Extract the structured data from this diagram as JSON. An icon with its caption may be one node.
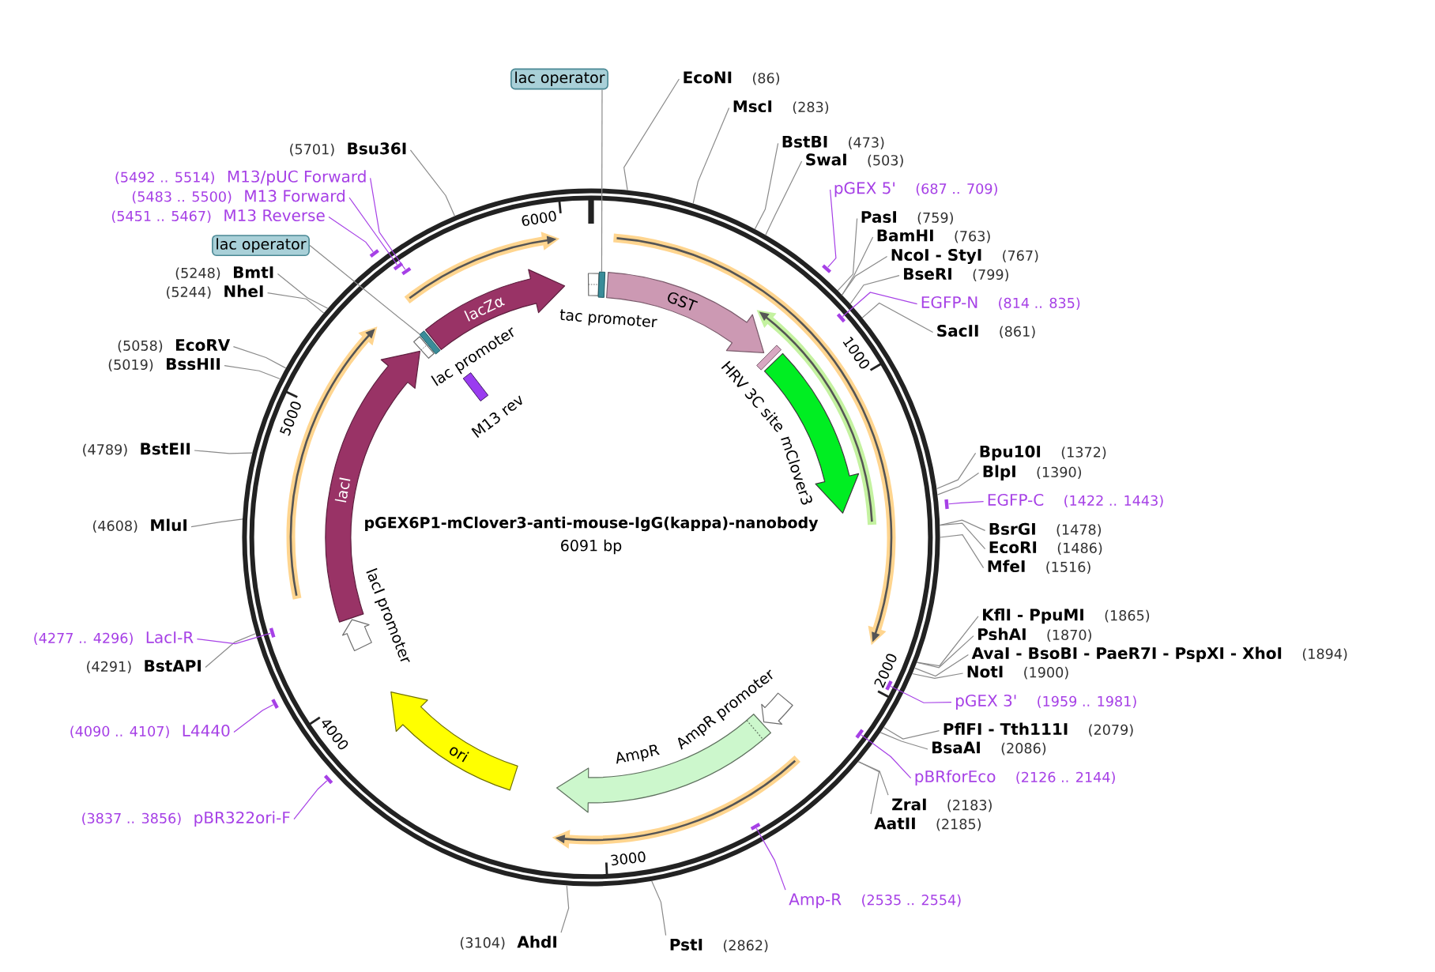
{
  "diagram": {
    "title": "pGEX6P1-mClover3-anti-mouse-IgG(kappa)-nanobody",
    "nodes": [
      {
        "text": [],
        "shape": "circle"
      },
      {
        "text": [
          "tac promoter"
        ],
        "in": 0
      },
      {
        "text": [],
        "shape": "bar",
        "in": 0
      },
      {
        "text": [
          "GST"
        ],
        "in": 0
      },
      {
        "text": [
          "HRV 3C site"
        ],
        "in": 0
      },
      {
        "text": [
          "mClover3"
        ],
        "in": 0
      },
      {
        "text": [
          "AmpR promoter"
        ],
        "in": 0
      },
      {
        "text": [
          "AmpR"
        ],
        "in": 0
      },
      {
        "text": [
          "ori"
        ],
        "in": 0
      },
      {
        "text": [
          "lacI promoter"
        ],
        "in": 0
      },
      {
        "text": [
          "lacI"
        ],
        "in": 0
      },
      {
        "text": [
          "lac promoter"
        ],
        "in": 0
      },
      {
        "text": [],
        "shape": "bar",
        "in": 0
      },
      {
        "text": [
          "lacZα"
        ],
        "in": 0
      },
      {
        "text": [
          "M13 rev"
        ],
        "in": 0
      },
      {
        "text": [
          "lac operator"
        ]
      },
      {
        "text": [
          "EcoNI",
          "(86)"
        ]
      },
      {
        "text": [
          "MscI",
          "(283)"
        ]
      },
      {
        "text": [
          "BstBI",
          "(473)"
        ]
      },
      {
        "text": [
          "SwaI",
          "(503)"
        ]
      },
      {
        "text": [
          "pGEX 5'",
          "(687 .. 709)"
        ]
      },
      {
        "text": [
          "PasI",
          "(759)"
        ]
      },
      {
        "text": [
          "BamHI",
          "(763)"
        ]
      },
      {
        "text": [
          "NcoI - StyI",
          "(767)"
        ]
      },
      {
        "text": [
          "BseRI",
          "(799)"
        ]
      },
      {
        "text": [
          "EGFP-N",
          "(814 .. 835)"
        ]
      },
      {
        "text": [
          "SacII",
          "(861)"
        ]
      },
      {
        "text": [
          "Bpu10I",
          "(1372)"
        ]
      },
      {
        "text": [
          "BlpI",
          "(1390)"
        ]
      },
      {
        "text": [
          "EGFP-C",
          "(1422 .. 1443)"
        ]
      },
      {
        "text": [
          "BsrGI",
          "(1478)"
        ]
      },
      {
        "text": [
          "EcoRI",
          "(1486)"
        ]
      },
      {
        "text": [
          "MfeI",
          "(1516)"
        ]
      },
      {
        "text": [
          "KflI - PpuMI",
          "(1865)"
        ]
      },
      {
        "text": [
          "PshAI",
          "(1870)"
        ]
      },
      {
        "text": [
          "AvaI - BsoBI - PaeR7I - PspXI - XhoI",
          "(1894)"
        ]
      },
      {
        "text": [
          "NotI",
          "(1900)"
        ]
      },
      {
        "text": [
          "pGEX 3'",
          "(1959 .. 1981)"
        ]
      },
      {
        "text": [
          "PflFI - Tth111I",
          "(2079)"
        ]
      },
      {
        "text": [
          "BsaAI",
          "(2086)"
        ]
      },
      {
        "text": [
          "pBRforEco",
          "(2126 .. 2144)"
        ]
      },
      {
        "text": [
          "ZraI",
          "(2183)"
        ]
      },
      {
        "text": [
          "AatII",
          "(2185)"
        ]
      },
      {
        "text": [
          "Amp-R",
          "(2535 .. 2554)"
        ]
      },
      {
        "text": [
          "PstI",
          "(2862)"
        ]
      },
      {
        "text": [
          "(3104)",
          "AhdI"
        ]
      },
      {
        "text": [
          "(3837 .. 3856)",
          "pBR322ori-F"
        ]
      },
      {
        "text": [
          "(4090 .. 4107)",
          "L4440"
        ]
      },
      {
        "text": [
          "(4291)",
          "BstAPI"
        ]
      },
      {
        "text": [
          "(4277 .. 4296)",
          "LacI-R"
        ]
      },
      {
        "text": [
          "(4608)",
          "MluI"
        ]
      },
      {
        "text": [
          "(4789)",
          "BstEII"
        ]
      },
      {
        "text": [
          "(5019)",
          "BssHII"
        ]
      },
      {
        "text": [
          "(5058)",
          "EcoRV"
        ]
      },
      {
        "text": [
          "(5244)",
          "NheI"
        ]
      },
      {
        "text": [
          "(5248)",
          "BmtI"
        ]
      },
      {
        "text": [
          "lac operator"
        ]
      },
      {
        "text": [
          "(5451 .. 5467)",
          "M13 Reverse"
        ]
      },
      {
        "text": [
          "(5483 .. 5500)",
          "M13 Forward"
        ]
      },
      {
        "text": [
          "(5492 .. 5514)",
          "M13/pUC Forward"
        ]
      },
      {
        "text": [
          "(5701)",
          "Bsu36I"
        ]
      },
      {
        "text": [],
        "shape": "bar"
      },
      {
        "text": [],
        "shape": "bar",
        "in": 0
      },
      {
        "text": [],
        "shape": "bar"
      },
      {
        "text": [],
        "shape": "bar",
        "in": 0
      },
      {
        "text": [],
        "shape": "bar",
        "in": 0
      },
      {
        "text": [],
        "shape": "bar",
        "in": 0
      },
      {
        "text": [],
        "shape": "bar"
      },
      {
        "text": [],
        "shape": "bar"
      },
      {
        "text": [],
        "shape": "bar",
        "in": 0
      },
      {
        "text": [],
        "shape": "bar"
      },
      {
        "text": [],
        "shape": "bar",
        "in": 0
      },
      {
        "text": [],
        "shape": "bar",
        "in": 0
      }
    ],
    "edges": [
      {
        "from": 15,
        "to": 2,
        "arrow": "none"
      },
      {
        "from": 16,
        "to": 0,
        "arrow": "none"
      },
      {
        "from": 17,
        "to": 0,
        "arrow": "none"
      },
      {
        "from": 18,
        "to": 0,
        "arrow": "none"
      },
      {
        "from": 19,
        "to": 0,
        "arrow": "none"
      },
      {
        "from": 20,
        "to": 61,
        "arrow": "none",
        "color": "#a640e6"
      },
      {
        "from": 21,
        "to": 0,
        "arrow": "none"
      },
      {
        "from": 22,
        "to": 0,
        "arrow": "none"
      },
      {
        "from": 23,
        "to": 0,
        "arrow": "none"
      },
      {
        "from": 24,
        "to": 0,
        "arrow": "none"
      },
      {
        "from": 25,
        "to": 62,
        "arrow": "none",
        "color": "#a640e6"
      },
      {
        "from": 26,
        "to": 0,
        "arrow": "none"
      },
      {
        "from": 27,
        "to": 0,
        "arrow": "none"
      },
      {
        "from": 28,
        "to": 0,
        "arrow": "none"
      },
      {
        "from": 29,
        "to": 63,
        "arrow": "none",
        "color": "#a640e6"
      },
      {
        "from": 30,
        "to": 0,
        "arrow": "none"
      },
      {
        "from": 31,
        "to": 0,
        "arrow": "none"
      },
      {
        "from": 32,
        "to": 0,
        "arrow": "none"
      },
      {
        "from": 33,
        "to": 0,
        "arrow": "none"
      },
      {
        "from": 34,
        "to": 0,
        "arrow": "none"
      },
      {
        "from": 35,
        "to": 0,
        "arrow": "none"
      },
      {
        "from": 36,
        "to": 0,
        "arrow": "none"
      },
      {
        "from": 37,
        "to": 64,
        "arrow": "none",
        "color": "#a640e6"
      },
      {
        "from": 38,
        "to": 0,
        "arrow": "none"
      },
      {
        "from": 39,
        "to": 0,
        "arrow": "none"
      },
      {
        "from": 40,
        "to": 65,
        "arrow": "none",
        "color": "#a640e6"
      },
      {
        "from": 41,
        "to": 0,
        "arrow": "none"
      },
      {
        "from": 42,
        "to": 0,
        "arrow": "none"
      },
      {
        "from": 43,
        "to": 66,
        "arrow": "none",
        "color": "#a640e6"
      },
      {
        "from": 44,
        "to": 0,
        "arrow": "none"
      },
      {
        "from": 45,
        "to": 0,
        "arrow": "none"
      },
      {
        "from": 46,
        "to": 67,
        "arrow": "none",
        "color": "#a640e6"
      },
      {
        "from": 47,
        "to": 68,
        "arrow": "none",
        "color": "#a640e6"
      },
      {
        "from": 48,
        "to": 0,
        "arrow": "none"
      },
      {
        "from": 49,
        "to": 69,
        "arrow": "none",
        "color": "#a640e6"
      },
      {
        "from": 50,
        "to": 0,
        "arrow": "none"
      },
      {
        "from": 51,
        "to": 0,
        "arrow": "none"
      },
      {
        "from": 52,
        "to": 0,
        "arrow": "none"
      },
      {
        "from": 53,
        "to": 0,
        "arrow": "none"
      },
      {
        "from": 54,
        "to": 0,
        "arrow": "none"
      },
      {
        "from": 55,
        "to": 0,
        "arrow": "none"
      },
      {
        "from": 56,
        "to": 12,
        "arrow": "none"
      },
      {
        "from": 57,
        "to": 70,
        "arrow": "none",
        "color": "#a640e6"
      },
      {
        "from": 58,
        "to": 71,
        "arrow": "none",
        "color": "#a640e6"
      },
      {
        "from": 59,
        "to": 72,
        "arrow": "none",
        "color": "#a640e6"
      },
      {
        "from": 60,
        "to": 0,
        "arrow": "none"
      }
    ],
    "labels": [
      "6000",
      "1000",
      "5000",
      "6091 bp",
      "2000",
      "4000",
      "3000"
    ]
  }
}
